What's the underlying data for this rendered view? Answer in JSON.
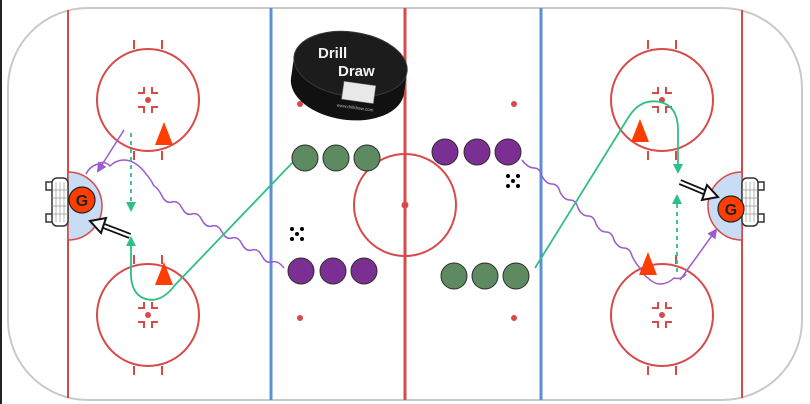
{
  "logo": {
    "line1": "Drill",
    "line2": "Draw",
    "url": "www.drilldraw.com",
    "icon": "hockey-puck-logo"
  },
  "goalies": [
    {
      "id": "goalie-left",
      "label": "G"
    },
    {
      "id": "goalie-right",
      "label": "G"
    }
  ],
  "colors": {
    "rink_line": "#d84a4a",
    "blue_line": "#5b8fd8",
    "crease_fill": "#c8dcf4",
    "skate_path": "#9a5ccf",
    "pass_path": "#2fbf86",
    "shot_outline": "#111111",
    "cone": "#ff3d00",
    "team_green": "#5e8a62",
    "team_purple": "#7b2f93",
    "goalie_fill": "#ff3d00",
    "puck_dots": "#000000"
  },
  "players": {
    "green_groups": 2,
    "purple_groups": 2,
    "per_group": 3
  },
  "cones": 4,
  "puck_piles": 2
}
